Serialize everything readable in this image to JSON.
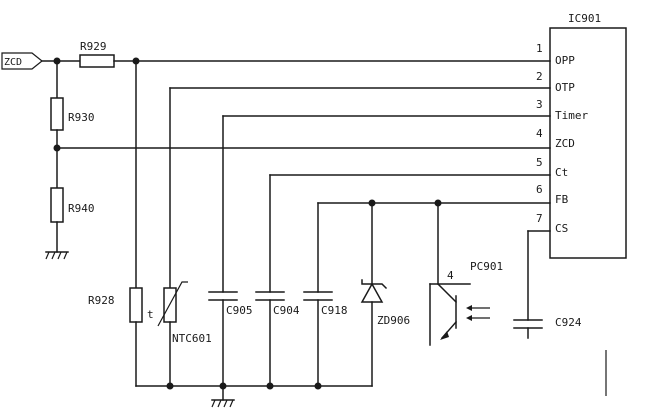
{
  "diagram": {
    "ic": {
      "label": "IC901",
      "pins": [
        {
          "num": "1",
          "name": "OPP"
        },
        {
          "num": "2",
          "name": "OTP"
        },
        {
          "num": "3",
          "name": "Timer"
        },
        {
          "num": "4",
          "name": "ZCD"
        },
        {
          "num": "5",
          "name": "Ct"
        },
        {
          "num": "6",
          "name": "FB"
        },
        {
          "num": "7",
          "name": "CS"
        }
      ]
    },
    "input_tag": "ZCD",
    "components": {
      "r929": "R929",
      "r930": "R930",
      "r940": "R940",
      "r928": "R928",
      "ntc601": "NTC601",
      "ntc_symbol": "t",
      "c905": "C905",
      "c904": "C904",
      "c918": "C918",
      "zd906": "ZD906",
      "pc901": "PC901",
      "pc901_pin": "4",
      "c924": "C924"
    }
  }
}
